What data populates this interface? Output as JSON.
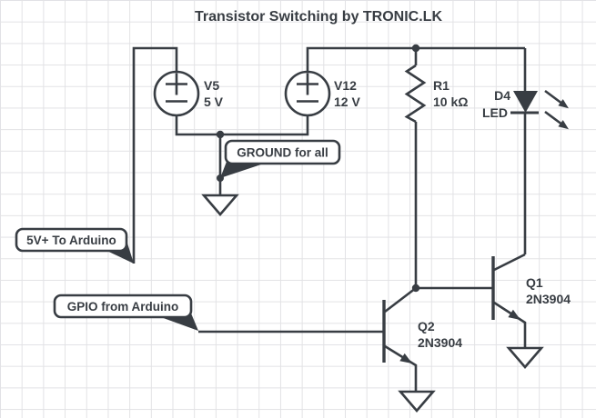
{
  "colors": {
    "ink": "#383d43",
    "grid": "#e2e2e5",
    "canvas": "#ffffff"
  },
  "title": "Transistor Switching by TRONIC.LK",
  "components": {
    "v5": {
      "ref": "V5",
      "value": "5 V"
    },
    "v12": {
      "ref": "V12",
      "value": "12 V"
    },
    "r1": {
      "ref": "R1",
      "value": "10 kΩ"
    },
    "d4": {
      "ref": "D4",
      "value": "LED"
    },
    "q1": {
      "ref": "Q1",
      "value": "2N3904"
    },
    "q2": {
      "ref": "Q2",
      "value": "2N3904"
    }
  },
  "callouts": {
    "ground": {
      "label": "GROUND for all"
    },
    "power": {
      "label": "5V+ To Arduino"
    },
    "gpio": {
      "label": "GPIO from Arduino"
    }
  }
}
